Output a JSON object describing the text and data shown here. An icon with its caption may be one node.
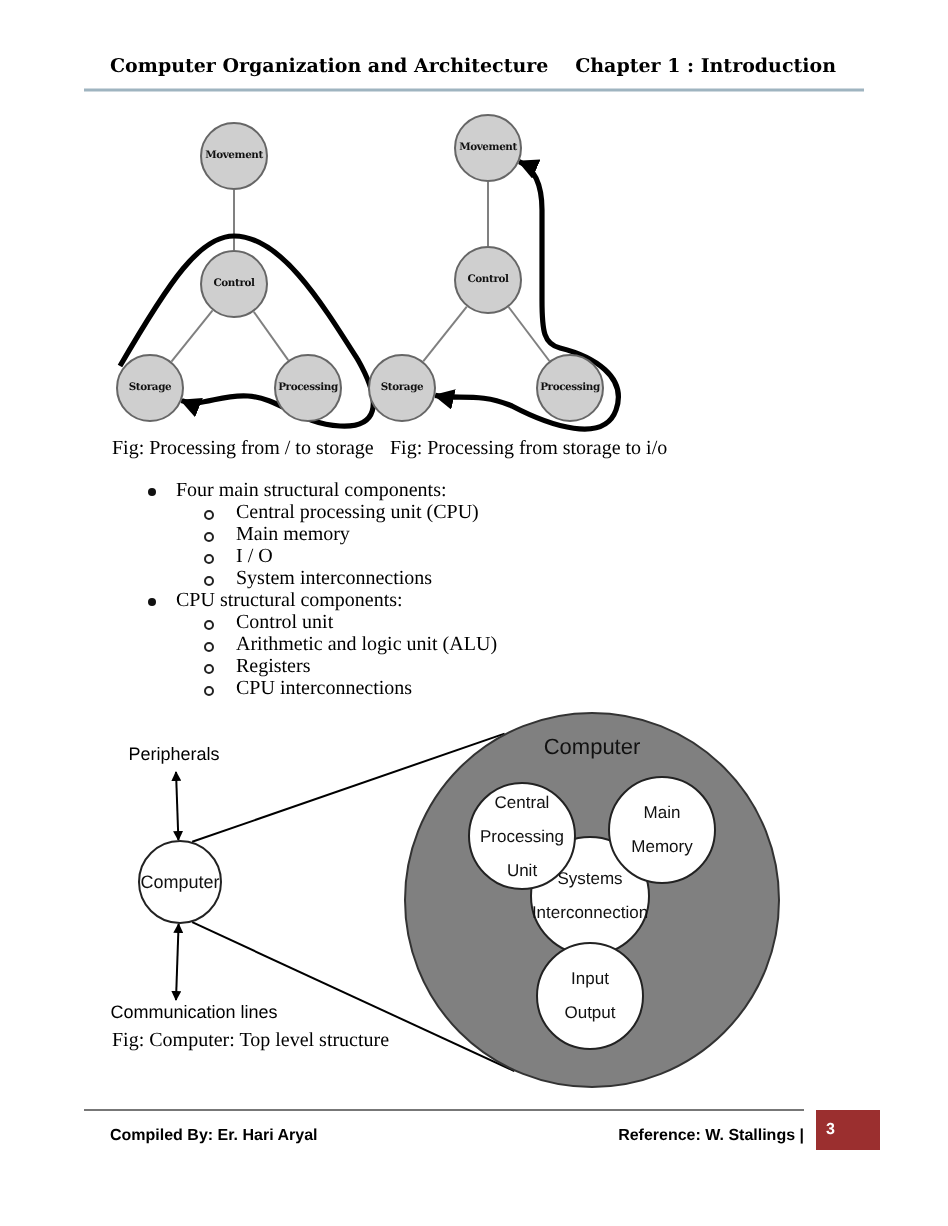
{
  "diagram": {
    "nodes": [
      {
        "text": [
          "Movement"
        ]
      },
      {
        "text": [
          "Control"
        ]
      },
      {
        "text": [
          "Storage"
        ]
      },
      {
        "text": [
          "Processing"
        ]
      },
      {
        "text": [
          "Movement"
        ]
      },
      {
        "text": [
          "Control"
        ]
      },
      {
        "text": [
          "Storage"
        ]
      },
      {
        "text": [
          "Processing"
        ]
      },
      {
        "text": [
          "Peripherals"
        ]
      },
      {
        "text": [
          "Computer"
        ]
      },
      {
        "text": [
          "Communication lines"
        ]
      },
      {
        "text": [
          "Computer"
        ]
      },
      {
        "text": [
          "Central Processing Unit"
        ],
        "in": 11
      },
      {
        "text": [
          "Main Memory"
        ],
        "in": 11
      },
      {
        "text": [
          "Systems Interconnection"
        ],
        "in": 11
      },
      {
        "text": [
          "Input Output"
        ],
        "in": 11
      }
    ],
    "edges": [
      {
        "from": 0,
        "to": 1,
        "arrow": "none"
      },
      {
        "from": 1,
        "to": 2,
        "arrow": "none"
      },
      {
        "from": 1,
        "to": 3,
        "arrow": "none"
      },
      {
        "from": null,
        "to": 2,
        "arrow": "to",
        "style": "thick",
        "color": "#000000"
      },
      {
        "from": 4,
        "to": 5,
        "arrow": "none"
      },
      {
        "from": 5,
        "to": 6,
        "arrow": "none"
      },
      {
        "from": 5,
        "to": 7,
        "arrow": "none"
      },
      {
        "from": 6,
        "to": 4,
        "arrow": "both",
        "style": "thick",
        "color": "#000000"
      },
      {
        "from": 8,
        "to": 9,
        "arrow": "both",
        "color": "#000000"
      },
      {
        "from": 9,
        "to": 10,
        "arrow": "both",
        "color": "#000000"
      },
      {
        "from": 9,
        "to": 11,
        "arrow": "none",
        "color": "#000000"
      },
      {
        "from": 9,
        "to": 11,
        "arrow": "none",
        "color": "#000000"
      }
    ],
    "labels": [
      "Computer Organization and Architecture",
      "Chapter 1 : Introduction",
      "Fig: Processing from / to storage",
      "Fig: Processing from storage to i/o",
      "Four main structural components:",
      "Central processing unit (CPU)",
      "Main memory",
      "I / O",
      "System interconnections",
      "CPU structural components:",
      "Control unit",
      "Arithmetic and logic unit (ALU)",
      "Registers",
      "CPU interconnections",
      "Fig: Computer: Top level structure",
      "Compiled By: Er. Hari Aryal",
      "Reference: W. Stallings |",
      "3"
    ]
  }
}
